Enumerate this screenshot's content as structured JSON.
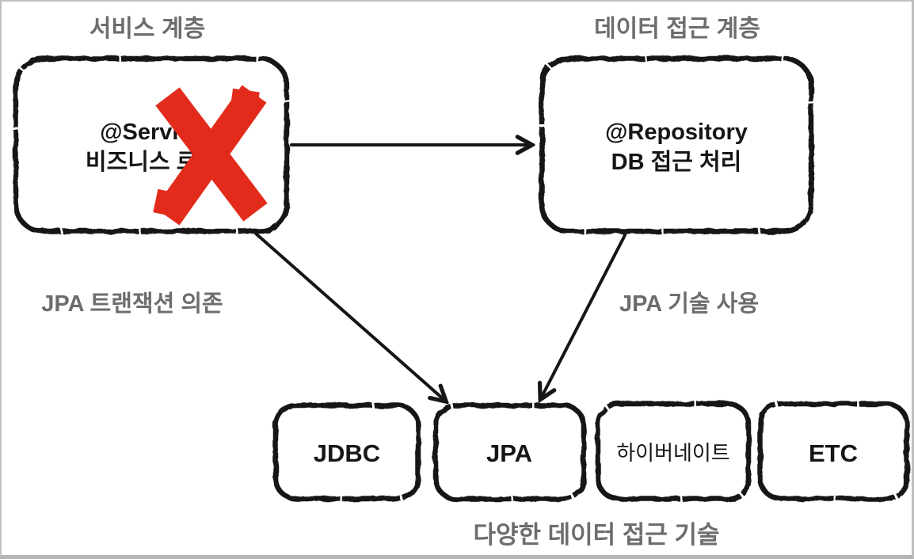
{
  "diagram": {
    "layers": {
      "service": {
        "title": "서비스 계층",
        "annotation": "@Service",
        "description": "비즈니스 로직"
      },
      "data_access": {
        "title": "데이터 접근 계층",
        "annotation": "@Repository",
        "description": "DB 접근 처리"
      }
    },
    "edge_labels": {
      "service_to_jpa": "JPA 트랜잭션 의존",
      "repository_to_jpa": "JPA 기술 사용"
    },
    "technologies": {
      "caption": "다양한 데이터 접근 기술",
      "items": [
        {
          "label": "JDBC"
        },
        {
          "label": "JPA"
        },
        {
          "label": "하이버네이트"
        },
        {
          "label": "ETC"
        }
      ]
    },
    "colors": {
      "cross_red": "#e32b1c",
      "label_gray": "#6d6d6d",
      "ink_black": "#161616",
      "frame_gray": "#c0c0c0"
    }
  }
}
